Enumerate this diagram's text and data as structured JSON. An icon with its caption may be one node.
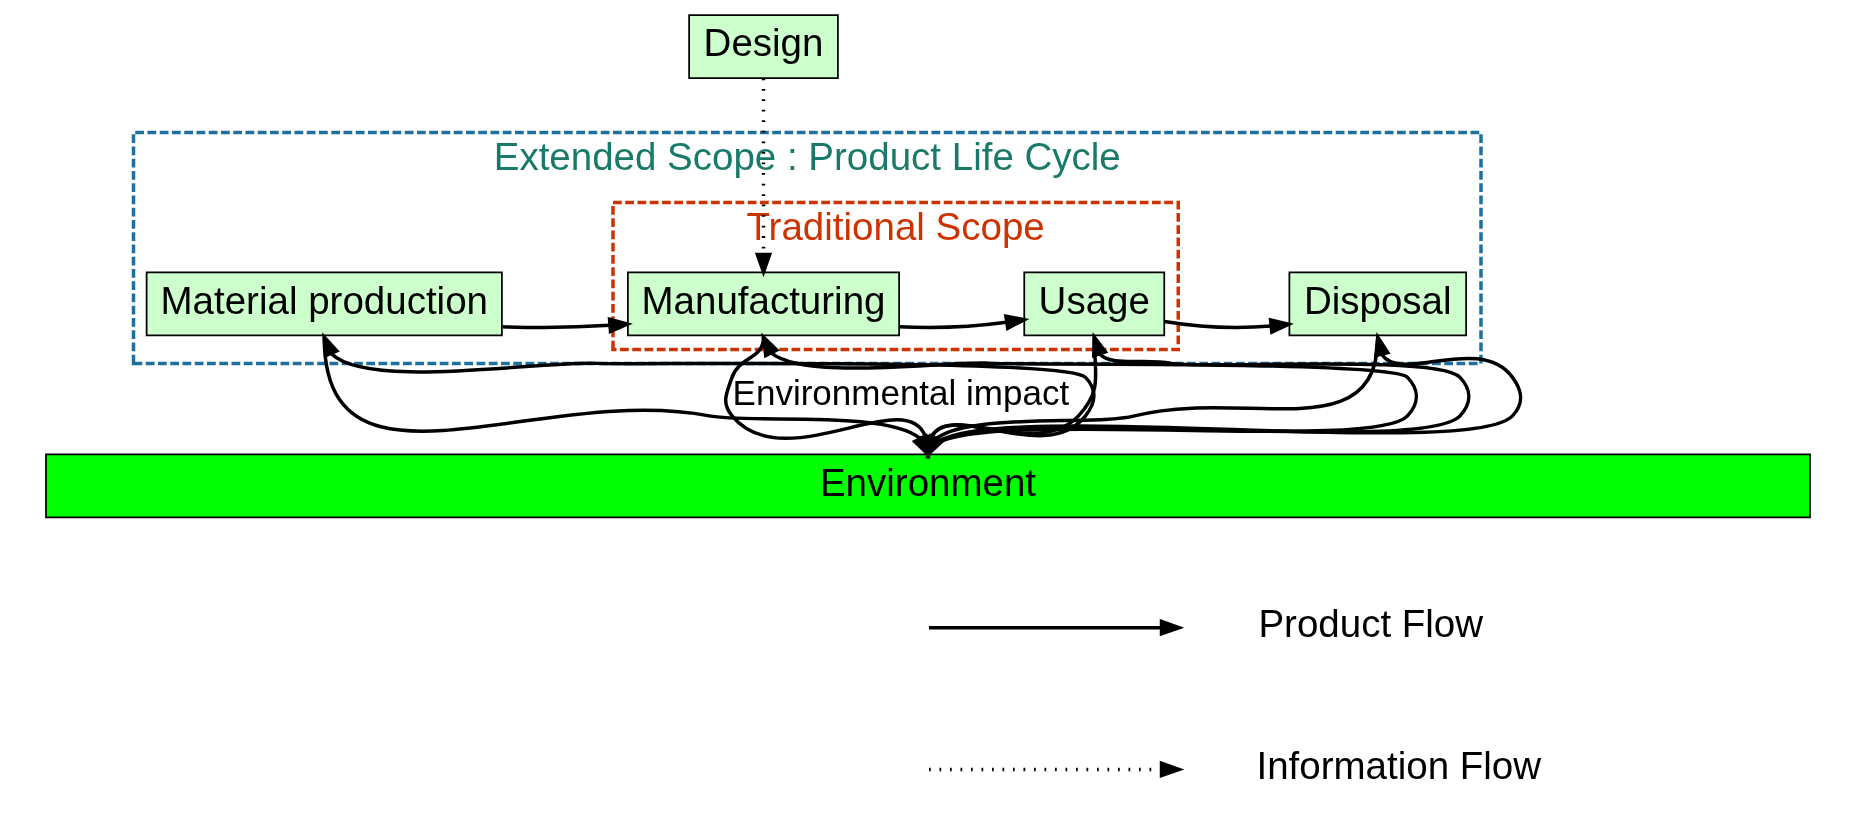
{
  "diagram": {
    "nodes": [
      {
        "text": [
          "Design"
        ]
      },
      {
        "text": [
          "Extended Scope : Product Life Cycle"
        ]
      },
      {
        "text": [
          "Material production"
        ],
        "in": 1
      },
      {
        "text": [
          "Traditional Scope"
        ],
        "in": 1
      },
      {
        "text": [
          "Manufacturing"
        ],
        "in": 3
      },
      {
        "text": [
          "Usage"
        ],
        "in": 3
      },
      {
        "text": [
          "Disposal"
        ],
        "in": 1
      },
      {
        "text": [
          "Environment"
        ]
      }
    ],
    "edges": [
      {
        "from": 2,
        "to": 4,
        "arrow": "to"
      },
      {
        "from": 4,
        "to": 5,
        "arrow": "to"
      },
      {
        "from": 5,
        "to": 6,
        "arrow": "to"
      },
      {
        "from": 0,
        "to": 4,
        "arrow": "to",
        "style": "dashed"
      },
      {
        "from": 2,
        "to": 7,
        "arrow": "to"
      },
      {
        "from": 7,
        "to": 2,
        "arrow": "to"
      },
      {
        "from": 4,
        "to": 7,
        "arrow": "to",
        "label": "Environmental impact"
      },
      {
        "from": 7,
        "to": 4,
        "arrow": "to"
      },
      {
        "from": 5,
        "to": 7,
        "arrow": "to"
      },
      {
        "from": 7,
        "to": 5,
        "arrow": "to"
      },
      {
        "from": 6,
        "to": 7,
        "arrow": "to"
      },
      {
        "from": 7,
        "to": 6,
        "arrow": "to"
      }
    ],
    "legend": [
      {
        "text": "Product Flow"
      },
      {
        "text": "Information Flow"
      }
    ]
  }
}
